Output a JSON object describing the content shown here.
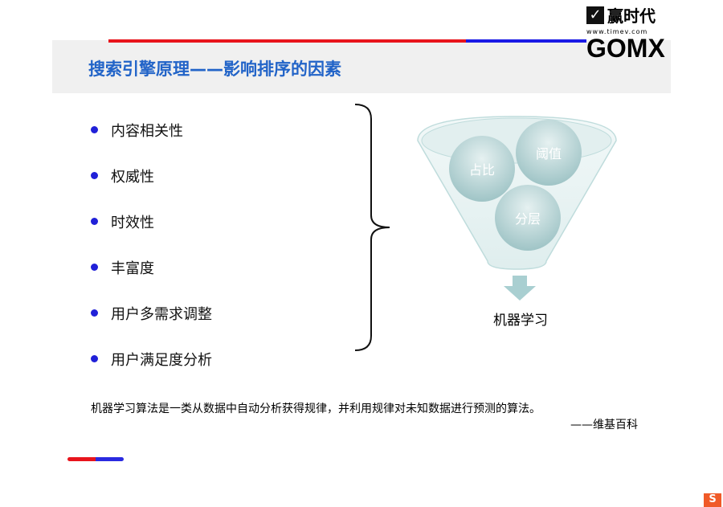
{
  "header": {
    "title": "搜索引擎原理——影响排序的因素"
  },
  "logo": {
    "brand_cn": "赢时代",
    "url": "www.timev.com",
    "brand_en": "GOMX"
  },
  "factors": [
    "内容相关性",
    "权威性",
    "时效性",
    "丰富度",
    "用户多需求调整",
    "用户满足度分析"
  ],
  "funnel": {
    "circles": [
      "占比",
      "阈值",
      "分层"
    ],
    "output": "机器学习"
  },
  "quote": {
    "text": "机器学习算法是一类从数据中自动分析获得规律，并利用规律对未知数据进行预测的算法。",
    "source": "——维基百科"
  },
  "colors": {
    "title": "#2264c8",
    "red": "#e8141c",
    "blue": "#1a1ae6"
  }
}
